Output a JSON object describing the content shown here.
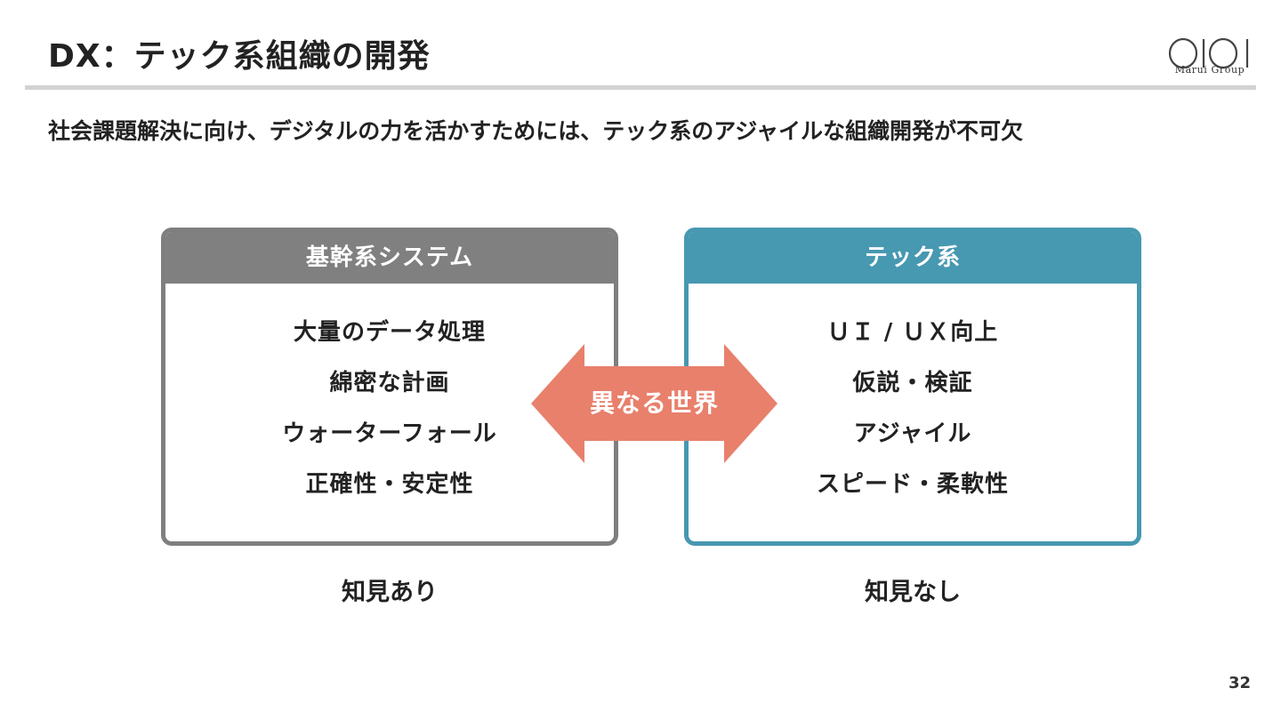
{
  "slide": {
    "title": "DX：テック系組織の開発",
    "subtitle": "社会課題解決に向け、デジタルの力を活かすためには、テック系のアジャイルな組織開発が不可欠",
    "logo_text": "Marui Group",
    "page_number": "32"
  },
  "left_box": {
    "header": "基幹系システム",
    "items": [
      "大量のデータ処理",
      "綿密な計画",
      "ウォーターフォール",
      "正確性・安定性"
    ],
    "caption": "知見あり",
    "color": "#808080"
  },
  "right_box": {
    "header": "テック系",
    "items": [
      "ＵＩ / ＵＸ向上",
      "仮説・検証",
      "アジャイル",
      "スピード・柔軟性"
    ],
    "caption": "知見なし",
    "color": "#4798b1"
  },
  "arrow": {
    "label": "異なる世界",
    "color": "#e8806c",
    "icon": "double-arrow-icon"
  }
}
